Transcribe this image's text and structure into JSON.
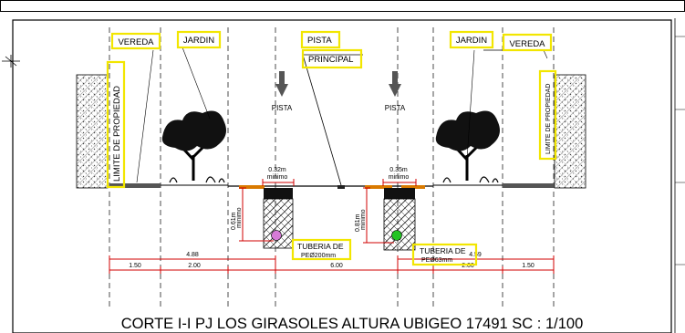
{
  "labels": {
    "vereda_left": "VEREDA",
    "jardin_left": "JARDIN",
    "pista": "PISTA",
    "principal": "PRINCIPAL",
    "jardin_right": "JARDIN",
    "vereda_right": "VEREDA",
    "limite_left": "LIMITE DE PROPIEDAD",
    "limite_right": "LIMITE DE PROPIEDAD",
    "arrow_pista_1": "PISTA",
    "arrow_pista_2": "PISTA",
    "tuberia_left": "TUBERIA DE",
    "tuberia_left_2": "PEØ200mm",
    "tuberia_right": "TUBERIA DE",
    "tuberia_right_2": "PEØ63mm"
  },
  "dimensions": {
    "trench_left_width": "0.32m",
    "trench_left_width_note": "minimo",
    "trench_right_width": "0.35m",
    "trench_right_width_note": "minimo",
    "trench_left_depth": "0.61m",
    "trench_left_depth_note": "minimo",
    "trench_right_depth": "0.81m",
    "trench_right_depth_note": "minimo",
    "left_total": "4.88",
    "right_total": "4.59",
    "vereda_left": "1.50",
    "jardin_left": "2.00",
    "pista": "6.00",
    "jardin_right": "2.00",
    "vereda_right": "1.50"
  },
  "caption": "CORTE I-I PJ LOS GIRASOLES ALTURA UBIGEO 17491 SC : 1/100",
  "colors": {
    "highlight": "#f2e600",
    "dimension": "#d00000",
    "pipe_left": "#d67bd6",
    "pipe_right": "#22c322",
    "pavement_edge": "#d97a00"
  }
}
